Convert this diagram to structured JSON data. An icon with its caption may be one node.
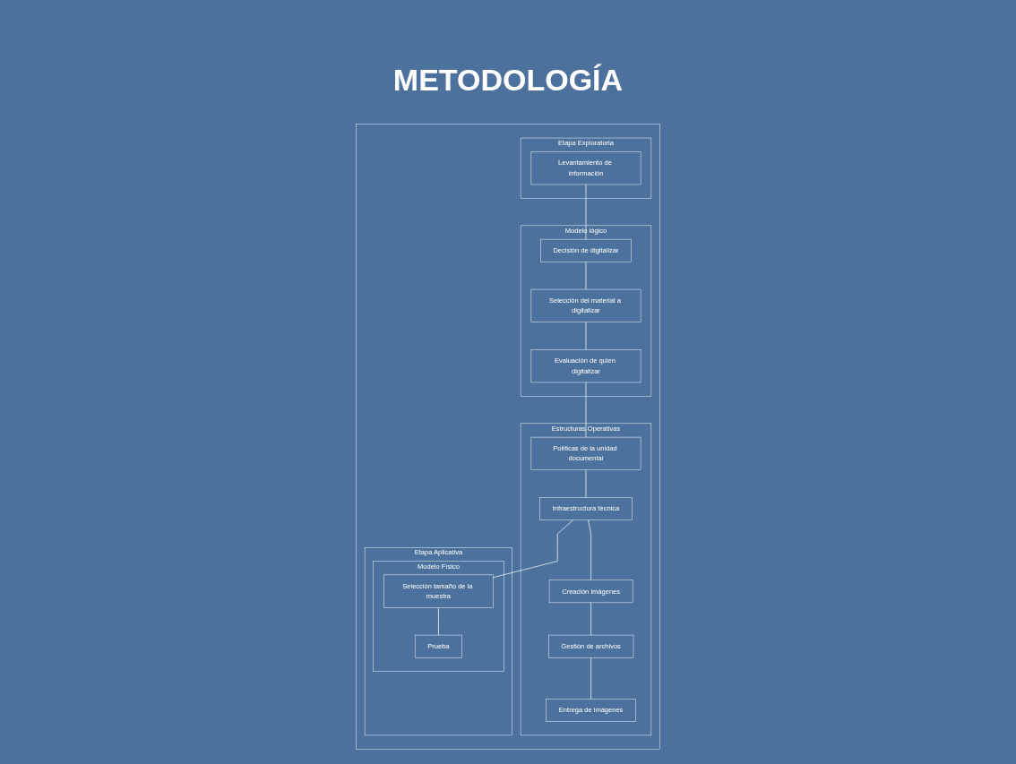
{
  "diagram": {
    "title": "METODOLOGÍA",
    "nodes": [
      {
        "text": [],
        "shape": "box"
      },
      {
        "text": [
          "Etapa Exploratoria"
        ],
        "in": 0
      },
      {
        "text": [
          "Levantamiento de información"
        ],
        "in": 1
      },
      {
        "text": [
          "Modelo lógico"
        ],
        "in": 0
      },
      {
        "text": [
          "Decisión de digitalizar"
        ],
        "in": 3
      },
      {
        "text": [
          "Selección del material a digitalizar"
        ],
        "in": 3
      },
      {
        "text": [
          "Evaluación de quien digitalizar"
        ],
        "in": 3
      },
      {
        "text": [
          "Estructuras Operativas"
        ],
        "in": 0
      },
      {
        "text": [
          "Políticas de la unidad documental"
        ],
        "in": 7
      },
      {
        "text": [
          "Infraestructura técnica"
        ],
        "in": 7
      },
      {
        "text": [
          "Creación imágenes"
        ],
        "in": 7
      },
      {
        "text": [
          "Gestión de archivos"
        ],
        "in": 7
      },
      {
        "text": [
          "Entrega de imágenes"
        ],
        "in": 7
      },
      {
        "text": [
          "Etapa Aplicativa"
        ],
        "in": 0
      },
      {
        "text": [
          "Modelo Físico"
        ],
        "in": 13
      },
      {
        "text": [
          "Selección tamaño de la muestra"
        ],
        "in": 14
      },
      {
        "text": [
          "Prueba"
        ],
        "in": 14
      }
    ],
    "edges": [
      {
        "from": 2,
        "to": 4,
        "arrow": "none"
      },
      {
        "from": 4,
        "to": 5,
        "arrow": "none"
      },
      {
        "from": 5,
        "to": 6,
        "arrow": "none"
      },
      {
        "from": 6,
        "to": 8,
        "arrow": "none"
      },
      {
        "from": 8,
        "to": 9,
        "arrow": "none"
      },
      {
        "from": 9,
        "to": 15,
        "arrow": "none"
      },
      {
        "from": 15,
        "to": 16,
        "arrow": "none"
      },
      {
        "from": 9,
        "to": 10,
        "arrow": "none"
      },
      {
        "from": 10,
        "to": 11,
        "arrow": "none"
      },
      {
        "from": 11,
        "to": 12,
        "arrow": "none"
      }
    ]
  }
}
